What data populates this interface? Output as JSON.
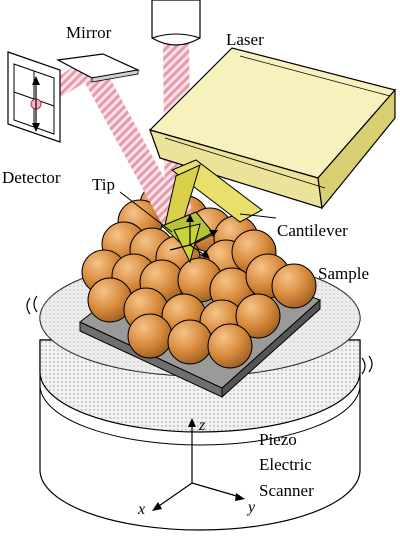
{
  "labels": {
    "mirror": "Mirror",
    "laser": "Laser",
    "detector": "Detector",
    "tip": "Tip",
    "cantilever": "Cantilever",
    "sample": "Sample",
    "scanner_line1": "Piezo",
    "scanner_line2": "Electric",
    "scanner_line3": "Scanner"
  },
  "axes": {
    "x": "x",
    "y": "y",
    "z": "z"
  },
  "colors": {
    "laser_beam": "#f2b7c4",
    "cantilever": "#f3eeb0",
    "sphere": "#d4893d",
    "substrate": "#8f8f8f",
    "scanner_top": "#e6e6e6"
  }
}
